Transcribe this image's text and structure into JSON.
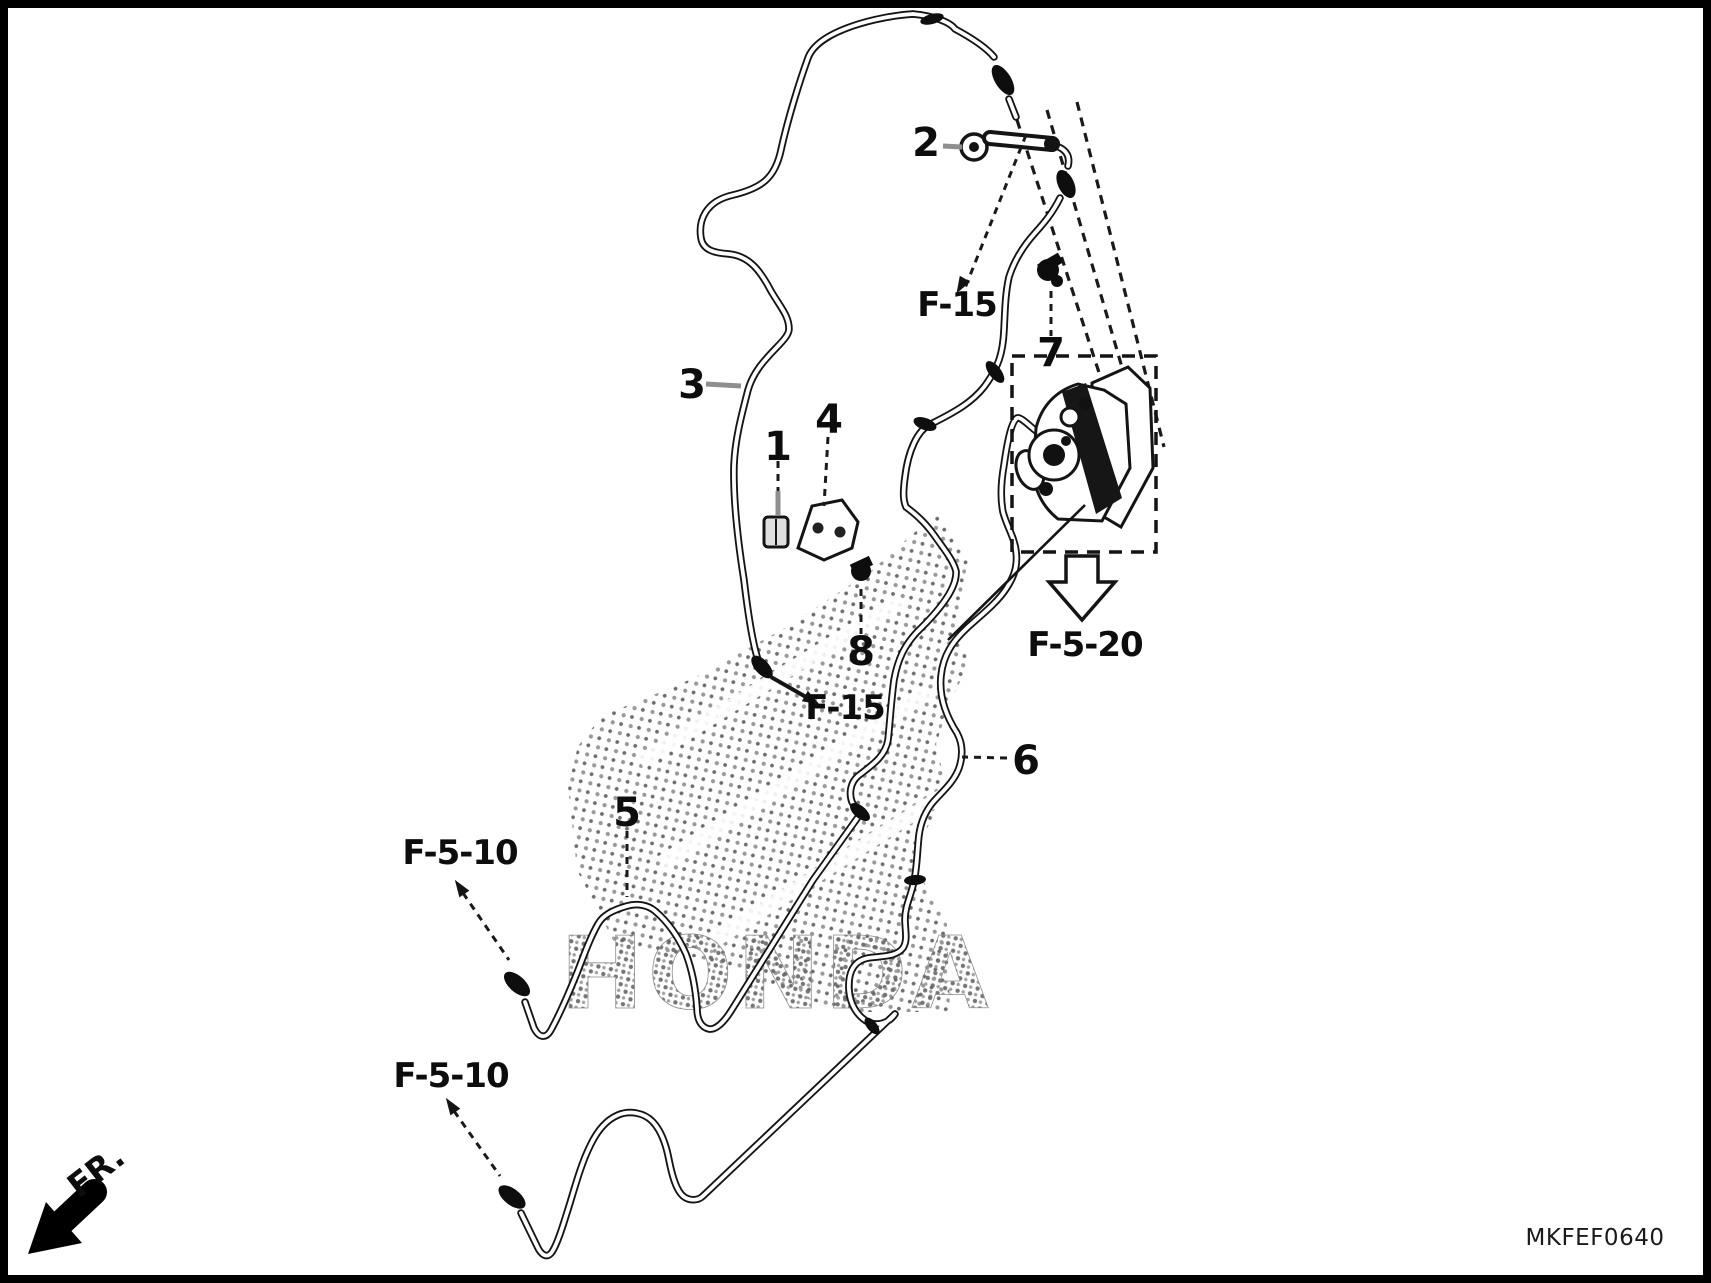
{
  "diagram": {
    "code": "MKFEF0640",
    "watermark": "HONDA",
    "front_marker": "FR.",
    "colors": {
      "line": "#141414",
      "background": "#ffffff",
      "leader_gray": "#8f8f8f",
      "stipple": "#8c8c8c"
    }
  },
  "callouts": [
    {
      "number": "1"
    },
    {
      "number": "2"
    },
    {
      "number": "3"
    },
    {
      "number": "4"
    },
    {
      "number": "5"
    },
    {
      "number": "6"
    },
    {
      "number": "7"
    },
    {
      "number": "8"
    }
  ],
  "references": {
    "f15_top": {
      "label": "F-15"
    },
    "f15_mid": {
      "label": "F-15"
    },
    "f510_upper": {
      "label": "F-5-10"
    },
    "f510_lower": {
      "label": "F-5-10"
    },
    "f520": {
      "label": "F-5-20"
    }
  }
}
